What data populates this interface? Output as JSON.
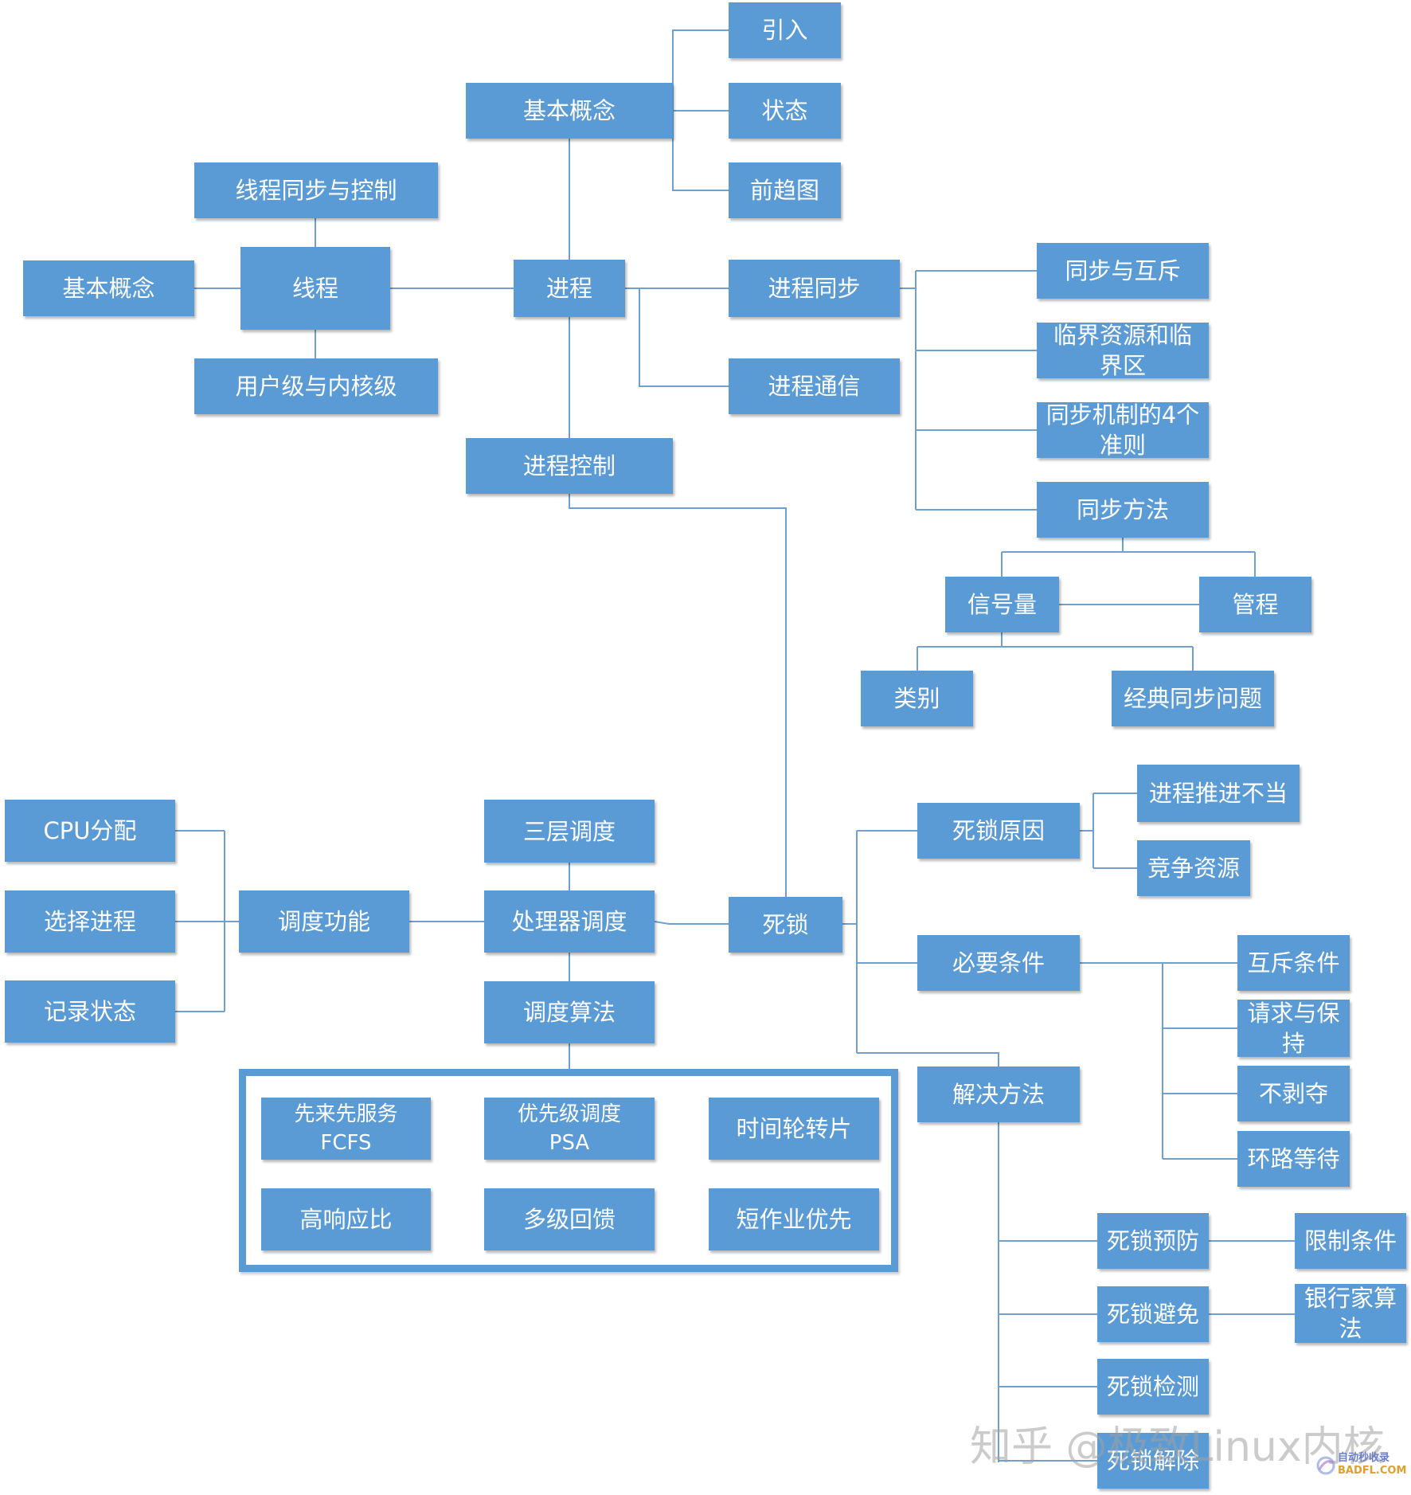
{
  "nodes": {
    "intro": "引入",
    "state": "状态",
    "precedence_graph": "前趋图",
    "basic_concept_process": "基本概念",
    "thread_sync_control": "线程同步与控制",
    "basic_concept_thread": "基本概念",
    "thread": "线程",
    "process": "进程",
    "user_kernel_level": "用户级与内核级",
    "process_sync": "进程同步",
    "process_comm": "进程通信",
    "process_control": "进程控制",
    "sync_mutex": "同步与互斥",
    "critical_resource": "临界资源和临\n界区",
    "sync_4_rules": "同步机制的4个\n准则",
    "sync_methods": "同步方法",
    "semaphore": "信号量",
    "monitor": "管程",
    "category": "类别",
    "classic_sync": "经典同步问题",
    "cpu_alloc": "CPU分配",
    "select_process": "选择进程",
    "record_state": "记录状态",
    "sched_function": "调度功能",
    "three_level_sched": "三层调度",
    "processor_sched": "处理器调度",
    "sched_algorithm": "调度算法",
    "deadlock": "死锁",
    "deadlock_cause": "死锁原因",
    "improper_advance": "进程推进不当",
    "resource_competition": "竞争资源",
    "necessary_conditions": "必要条件",
    "mutual_exclusion": "互斥条件",
    "hold_and_wait": "请求与保\n持",
    "no_preemption": "不剥夺",
    "circular_wait": "环路等待",
    "solutions": "解决方法",
    "prevention": "死锁预防",
    "restrict_conditions": "限制条件",
    "avoidance": "死锁避免",
    "banker": "银行家算\n法",
    "detection": "死锁检测",
    "recovery": "死锁解除",
    "fcfs": "先来先服务\nFCFS",
    "psa": "优先级调度\nPSA",
    "round_robin": "时间轮转片",
    "hrrn": "高响应比",
    "multilevel_feedback": "多级回馈",
    "sjf": "短作业优先"
  },
  "watermark": {
    "text": "知乎 @极致Linux内核",
    "logo_line1": "自动秒收录",
    "logo_line2": "BADFL.COM"
  },
  "colors": {
    "node_fill": "#5b9bd5",
    "node_text": "#ffffff",
    "connector": "#6fa0d0"
  }
}
